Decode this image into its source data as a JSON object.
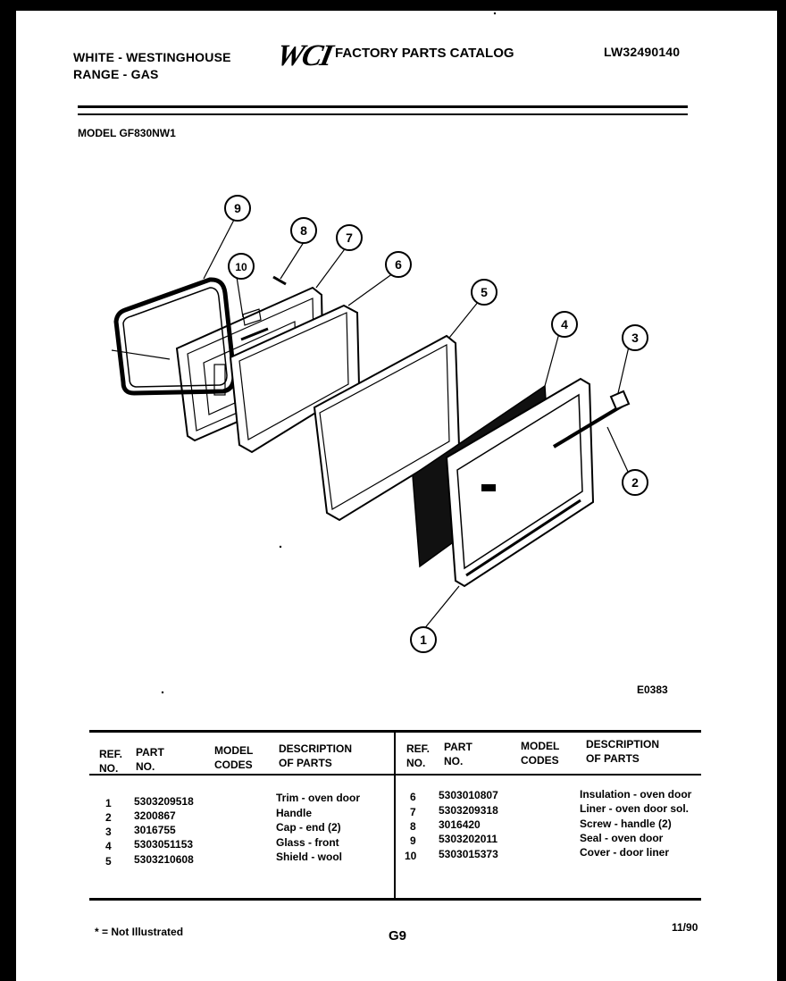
{
  "header": {
    "brand_line1": "WHITE - WESTINGHOUSE",
    "brand_line2": "RANGE - GAS",
    "logo_text": "WCI",
    "catalog_title": "FACTORY PARTS CATALOG",
    "catalog_number": "LW32490140",
    "model": "MODEL GF830NW1"
  },
  "diagram": {
    "callouts": [
      "1",
      "2",
      "3",
      "4",
      "5",
      "6",
      "7",
      "8",
      "9",
      "10"
    ],
    "figure_code": "E0383"
  },
  "table": {
    "headers": {
      "ref_no": [
        "REF.",
        "NO."
      ],
      "part_no": [
        "PART",
        "NO."
      ],
      "model_codes": [
        "MODEL",
        "CODES"
      ],
      "description": [
        "DESCRIPTION",
        "OF PARTS"
      ]
    },
    "left_rows": [
      {
        "ref": "1",
        "part": "5303209518",
        "desc": "Trim - oven door"
      },
      {
        "ref": "2",
        "part": "3200867",
        "desc": "Handle"
      },
      {
        "ref": "3",
        "part": "3016755",
        "desc": "Cap - end (2)"
      },
      {
        "ref": "4",
        "part": "5303051153",
        "desc": "Glass - front"
      },
      {
        "ref": "5",
        "part": "5303210608",
        "desc": "Shield - wool"
      }
    ],
    "right_rows": [
      {
        "ref": "6",
        "part": "5303010807",
        "desc": "Insulation - oven door"
      },
      {
        "ref": "7",
        "part": "5303209318",
        "desc": "Liner - oven door sol."
      },
      {
        "ref": "8",
        "part": "3016420",
        "desc": "Screw - handle (2)"
      },
      {
        "ref": "9",
        "part": "5303202011",
        "desc": "Seal - oven door"
      },
      {
        "ref": "10",
        "part": "5303015373",
        "desc": "Cover - door liner"
      }
    ]
  },
  "footer": {
    "note": "* = Not Illustrated",
    "page": "G9",
    "date": "11/90"
  }
}
